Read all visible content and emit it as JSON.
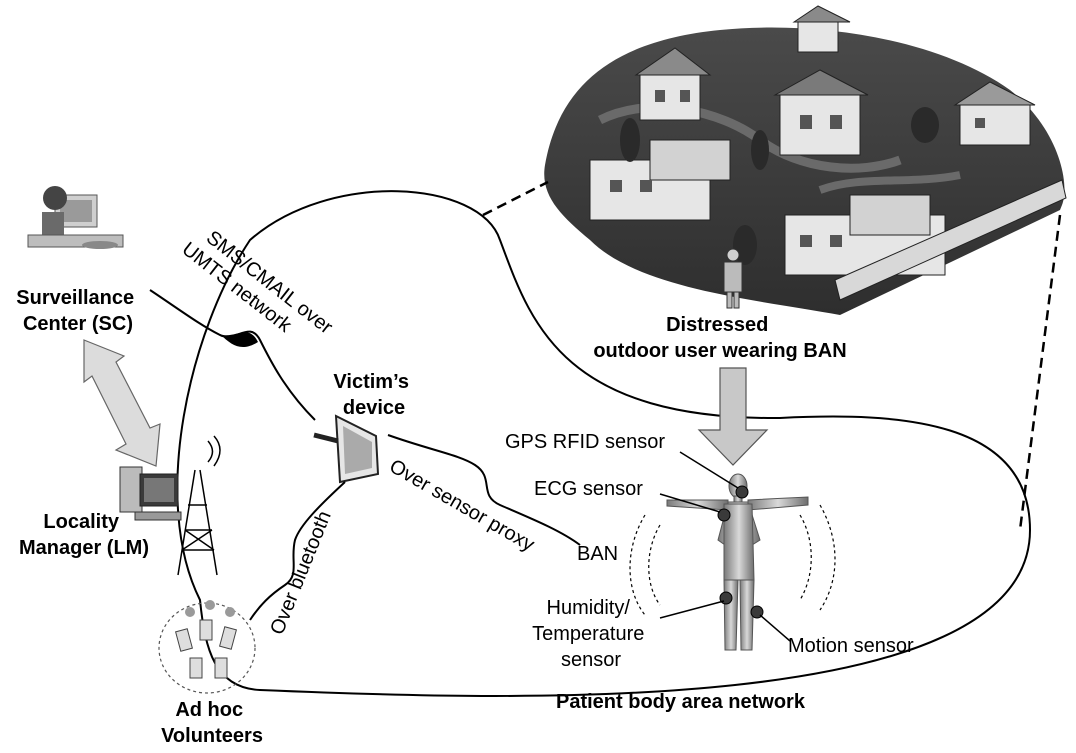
{
  "nodes": {
    "surveillance_center": {
      "line1": "Surveillance",
      "line2": "Center (SC)"
    },
    "locality_manager": {
      "line1": "Locality",
      "line2": "Manager (LM)"
    },
    "ad_hoc_volunteers": {
      "line1": "Ad hoc",
      "line2": "Volunteers"
    },
    "victims_device": {
      "line1": "Victim’s",
      "line2": "device"
    },
    "distressed_user": {
      "line1": "Distressed",
      "line2": "outdoor user wearing BAN"
    }
  },
  "links": {
    "sms_line1": "SMS/CMAIL over",
    "sms_line2": "UMTS network",
    "bluetooth": "Over bluetooth",
    "sensor_proxy": "Over sensor proxy",
    "ban": "BAN"
  },
  "sensors": {
    "gps": "GPS RFID sensor",
    "ecg": "ECG sensor",
    "humidity_line1": "Humidity/",
    "humidity_line2": "Temperature",
    "humidity_line3": "sensor",
    "motion": "Motion sensor"
  },
  "region_label": "Patient body area network",
  "colors": {
    "ink": "#000000",
    "arrow_fill": "#c8c8c8",
    "scene_dark": "#3a3a3a",
    "scene_light": "#e6e6e6"
  }
}
